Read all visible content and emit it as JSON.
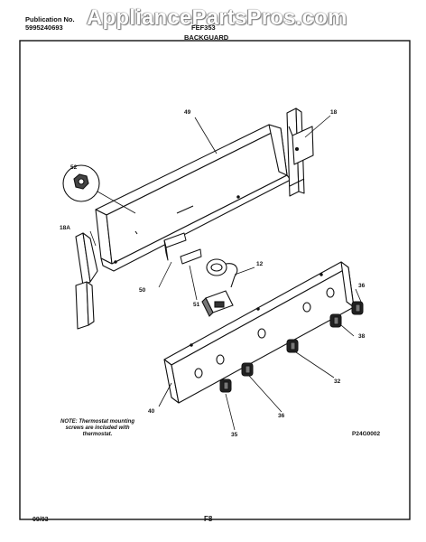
{
  "header": {
    "publication_label": "Publication No.",
    "publication_number": "5995240693",
    "model": "FEF353",
    "watermark": "AppliancePartsPros.com",
    "section_title": "BACKGUARD"
  },
  "callouts": {
    "c49": "49",
    "c18": "18",
    "c52": "52",
    "c18A": "18A",
    "c12": "12",
    "c50": "50",
    "c51": "51",
    "c36a": "36",
    "c38": "38",
    "c32": "32",
    "c40": "40",
    "c36b": "36",
    "c35": "35"
  },
  "note": "NOTE: Thermostat mounting screws are included with thermostat.",
  "diagram_code": "P24G0002",
  "footer": {
    "date": "09/93",
    "page": "F8"
  }
}
